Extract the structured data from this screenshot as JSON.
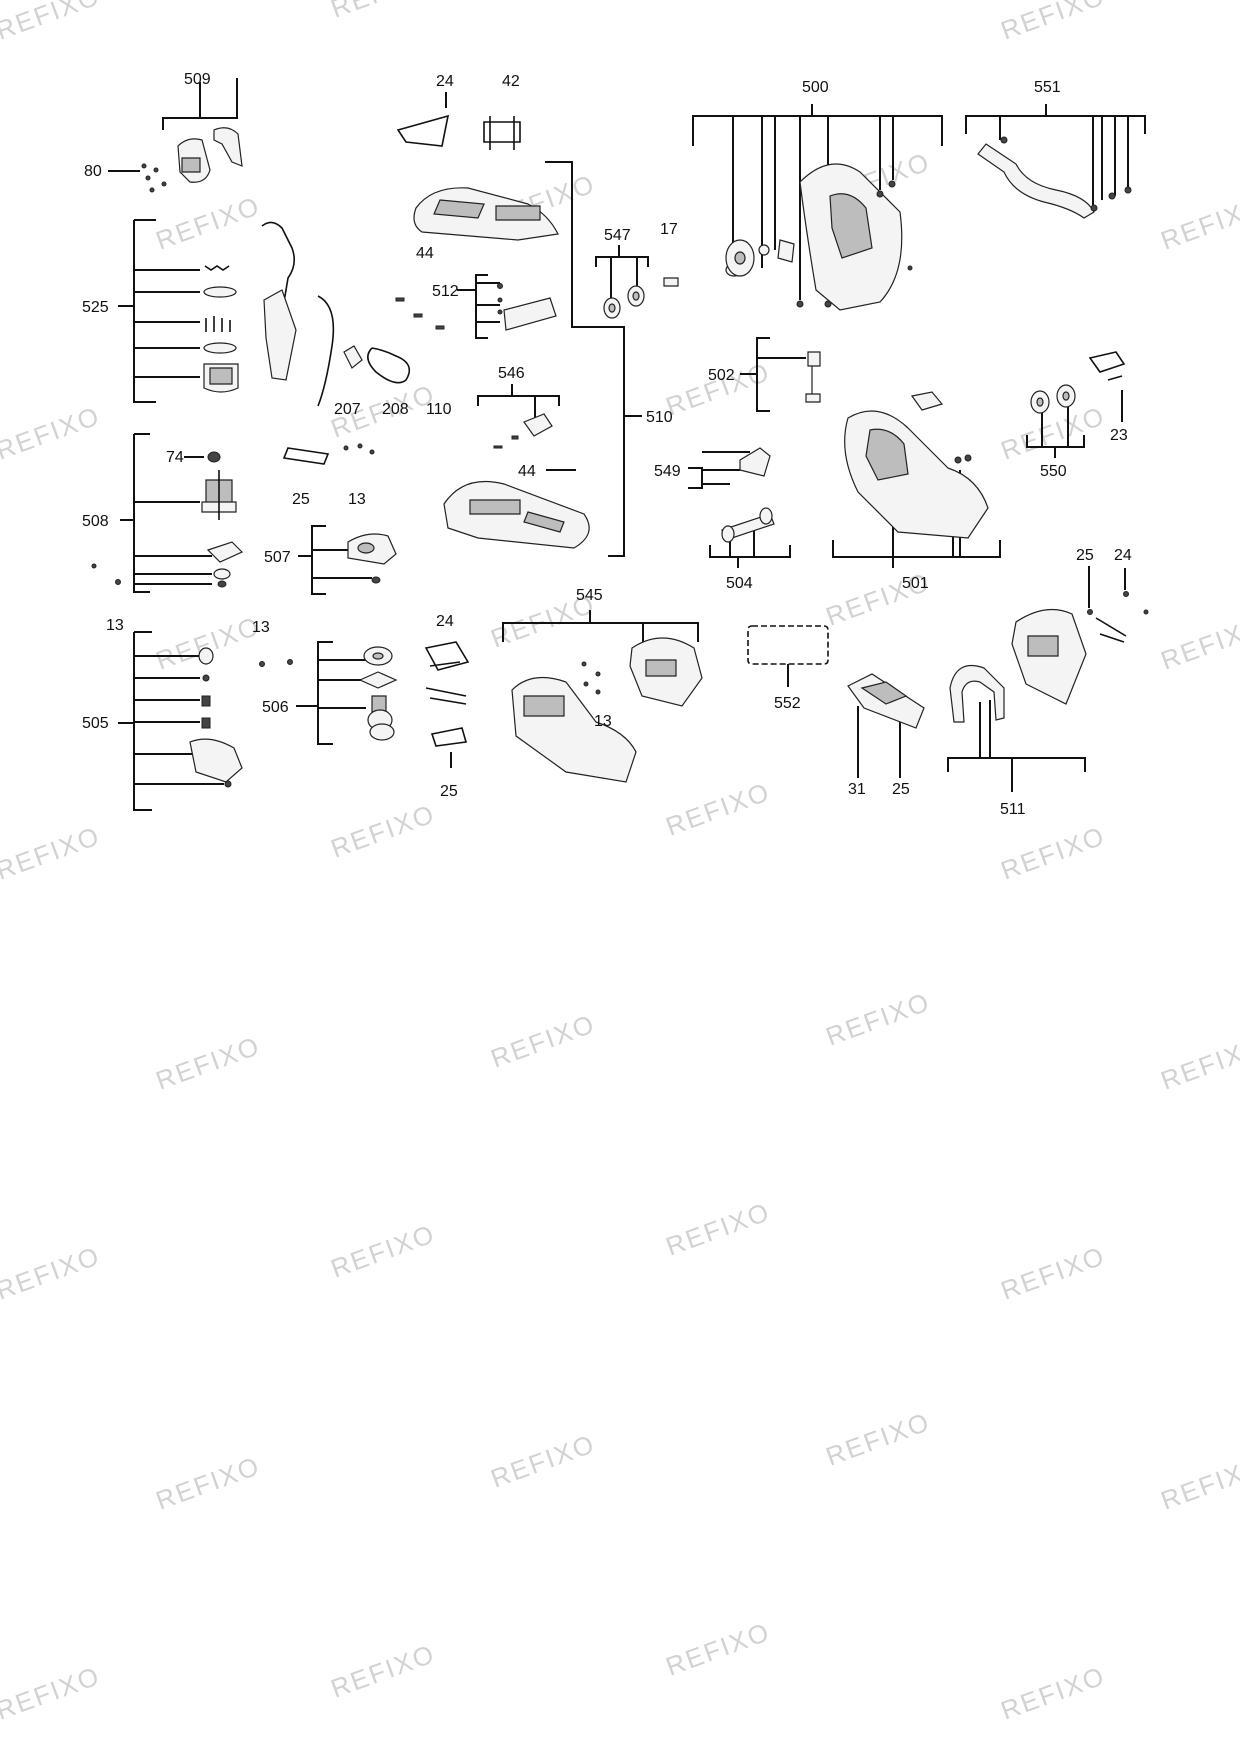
{
  "watermark": "REFIXO",
  "labels": {
    "l509": "509",
    "l80": "80",
    "l24a": "24",
    "l42": "42",
    "l500": "500",
    "l551": "551",
    "l525": "525",
    "l44a": "44",
    "l512": "512",
    "l547": "547",
    "l17": "17",
    "l207": "207",
    "l208": "208",
    "l110": "110",
    "l546": "546",
    "l510": "510",
    "l502": "502",
    "l74": "74",
    "l25a": "25",
    "l13a": "13",
    "l44b": "44",
    "l549": "549",
    "l23": "23",
    "l550": "550",
    "l508": "508",
    "l507": "507",
    "l504": "504",
    "l501": "501",
    "l25b": "25",
    "l24b": "24",
    "l13b": "13",
    "l13c": "13",
    "l24c": "24",
    "l545": "545",
    "l505": "505",
    "l506": "506",
    "l552": "552",
    "l13d": "13",
    "l31": "31",
    "l25c": "25",
    "l25d": "25",
    "l511": "511"
  }
}
